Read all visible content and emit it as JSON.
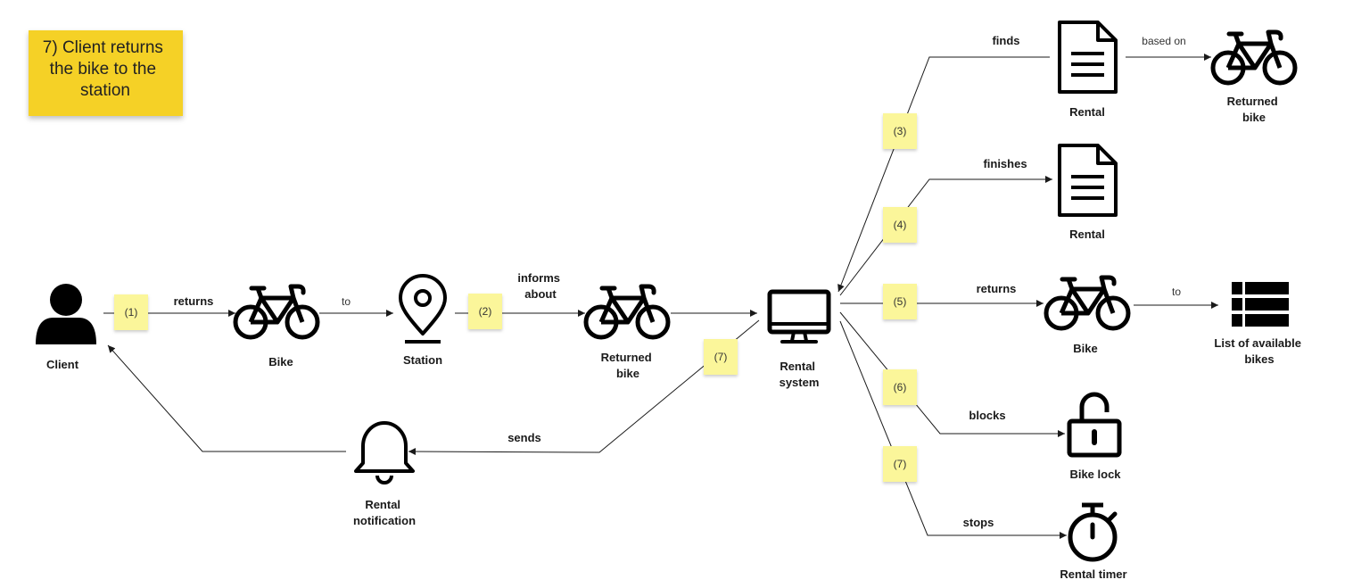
{
  "title_note": {
    "lines": [
      "7) Client returns",
      "the bike to the",
      "station"
    ]
  },
  "nodes": {
    "client": {
      "label": [
        "Client"
      ]
    },
    "bike": {
      "label": [
        "Bike"
      ]
    },
    "station": {
      "label": [
        "Station"
      ]
    },
    "returned_bike": {
      "label": [
        "Returned",
        "bike"
      ]
    },
    "rental_system": {
      "label": [
        "Rental",
        "system"
      ]
    },
    "rental_notification": {
      "label": [
        "Rental",
        "notification"
      ]
    },
    "rental_found": {
      "label": [
        "Rental"
      ]
    },
    "returned_bike_2": {
      "label": [
        "Returned",
        "bike"
      ]
    },
    "rental_finished": {
      "label": [
        "Rental"
      ]
    },
    "bike_2": {
      "label": [
        "Bike"
      ]
    },
    "available_bikes": {
      "label": [
        "List of available",
        "bikes"
      ]
    },
    "bike_lock": {
      "label": [
        "Bike lock"
      ]
    },
    "rental_timer": {
      "label": [
        "Rental timer"
      ]
    }
  },
  "edges": {
    "returns": {
      "label": [
        "returns"
      ]
    },
    "to": {
      "label": [
        "to"
      ]
    },
    "informs_about": {
      "label": [
        "informs",
        "about"
      ]
    },
    "sends": {
      "label": [
        "sends"
      ]
    },
    "finds": {
      "label": [
        "finds"
      ]
    },
    "based_on": {
      "label": [
        "based on"
      ]
    },
    "finishes": {
      "label": [
        "finishes"
      ]
    },
    "returns_2": {
      "label": [
        "returns"
      ]
    },
    "to_2": {
      "label": [
        "to"
      ]
    },
    "blocks": {
      "label": [
        "blocks"
      ]
    },
    "stops": {
      "label": [
        "stops"
      ]
    }
  },
  "step_notes": {
    "n1": "(1)",
    "n2": "(2)",
    "n3": "(3)",
    "n4": "(4)",
    "n5": "(5)",
    "n6": "(6)",
    "n7a": "(7)",
    "n7b": "(7)"
  },
  "colors": {
    "title_note": "#f5d128",
    "step_note": "#fbf69a",
    "ink": "#1a1a1a"
  },
  "icons": {
    "client": "person-icon",
    "bike": "bicycle-icon",
    "station": "map-pin-icon",
    "rental_system": "monitor-icon",
    "rental_notification": "bell-icon",
    "rental": "document-icon",
    "available_bikes": "list-icon",
    "bike_lock": "unlocked-padlock-icon",
    "rental_timer": "stopwatch-icon"
  }
}
